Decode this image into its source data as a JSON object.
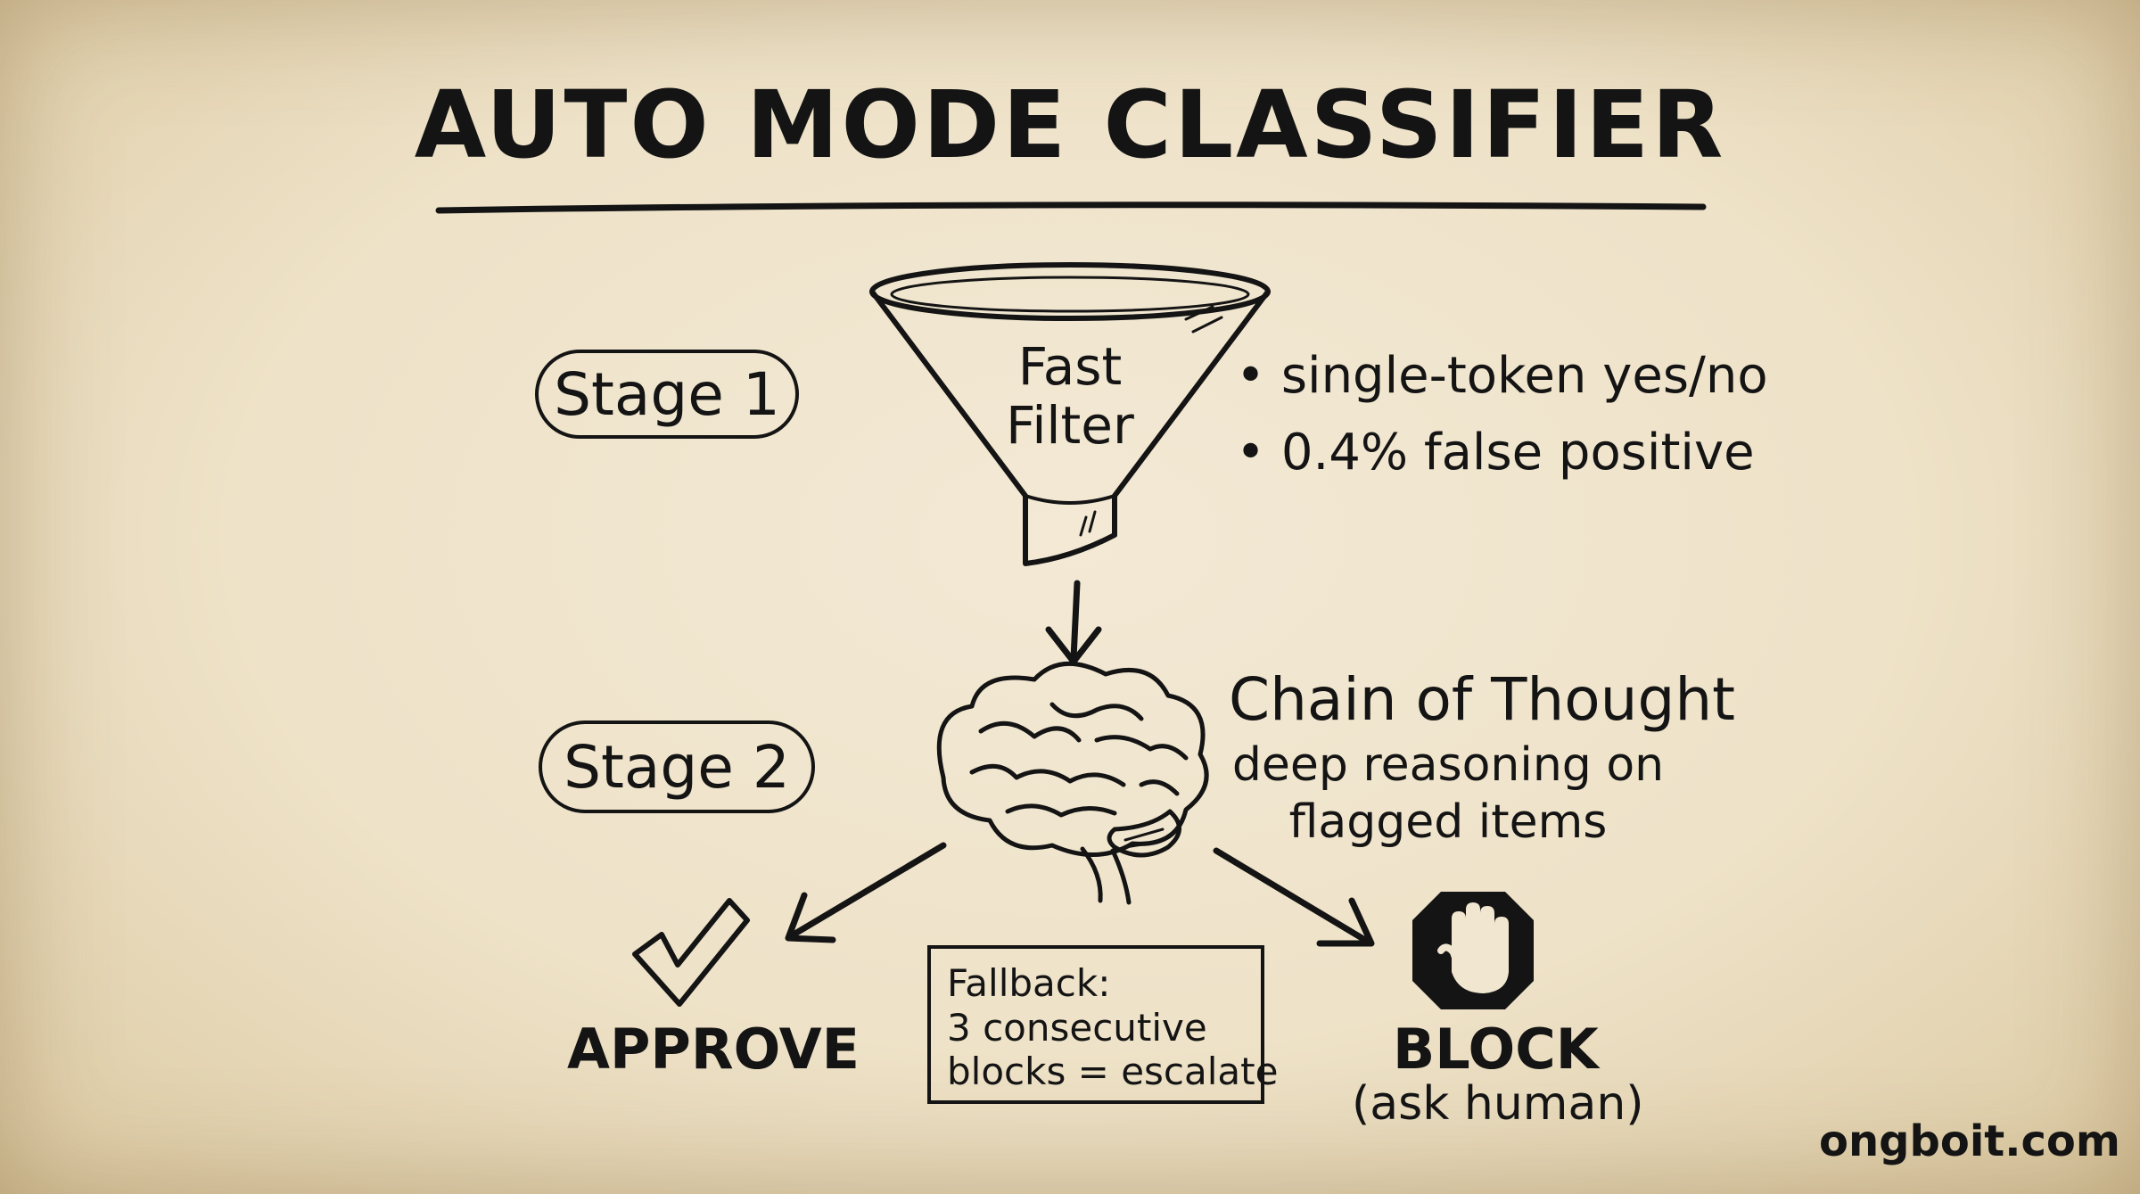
{
  "title": "AUTO MODE CLASSIFIER",
  "stage1": {
    "label": "Stage 1",
    "funnel_text": [
      "Fast",
      "Filter"
    ],
    "bullets": [
      "• single-token yes/no",
      "• 0.4% false positive"
    ]
  },
  "stage2": {
    "label": "Stage 2",
    "title": "Chain of Thought",
    "subtitle": [
      "deep reasoning on",
      "flagged items"
    ]
  },
  "approve": {
    "label": "APPROVE"
  },
  "fallback": {
    "lines": [
      "Fallback:",
      "3 consecutive",
      "blocks = escalate"
    ]
  },
  "block": {
    "label": "BLOCK",
    "sublabel": "(ask human)"
  },
  "watermark": "ongboit.com",
  "colors": {
    "ink": "#141414",
    "paper": "#f1e6cf"
  },
  "icons": [
    "funnel-icon",
    "down-arrow-icon",
    "brain-icon",
    "checkmark-icon",
    "stop-hand-icon"
  ]
}
